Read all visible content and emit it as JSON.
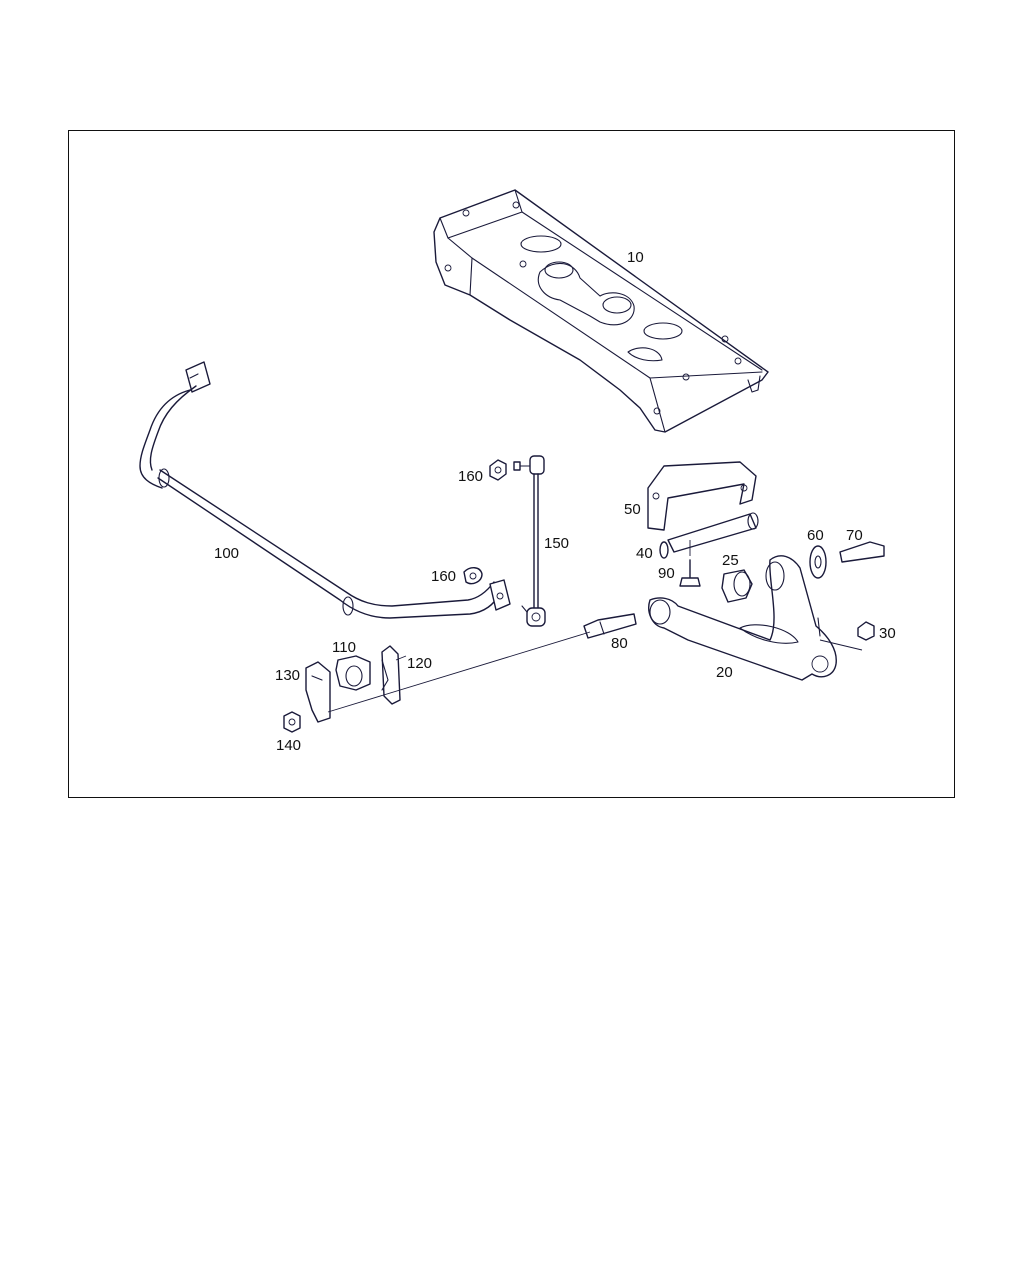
{
  "labels": [
    {
      "id": "p10",
      "text": "10"
    },
    {
      "id": "p20",
      "text": "20"
    },
    {
      "id": "p25",
      "text": "25"
    },
    {
      "id": "p30",
      "text": "30"
    },
    {
      "id": "p40",
      "text": "40"
    },
    {
      "id": "p50",
      "text": "50"
    },
    {
      "id": "p60",
      "text": "60"
    },
    {
      "id": "p70",
      "text": "70"
    },
    {
      "id": "p80",
      "text": "80"
    },
    {
      "id": "p90",
      "text": "90"
    },
    {
      "id": "p100",
      "text": "100"
    },
    {
      "id": "p110",
      "text": "110"
    },
    {
      "id": "p120",
      "text": "120"
    },
    {
      "id": "p130",
      "text": "130"
    },
    {
      "id": "p140",
      "text": "140"
    },
    {
      "id": "p150",
      "text": "150"
    },
    {
      "id": "p160a",
      "text": "160"
    },
    {
      "id": "p160b",
      "text": "160"
    }
  ],
  "colors": {
    "line": "#1a1a3a",
    "background": "#ffffff",
    "frame": "#111111"
  }
}
